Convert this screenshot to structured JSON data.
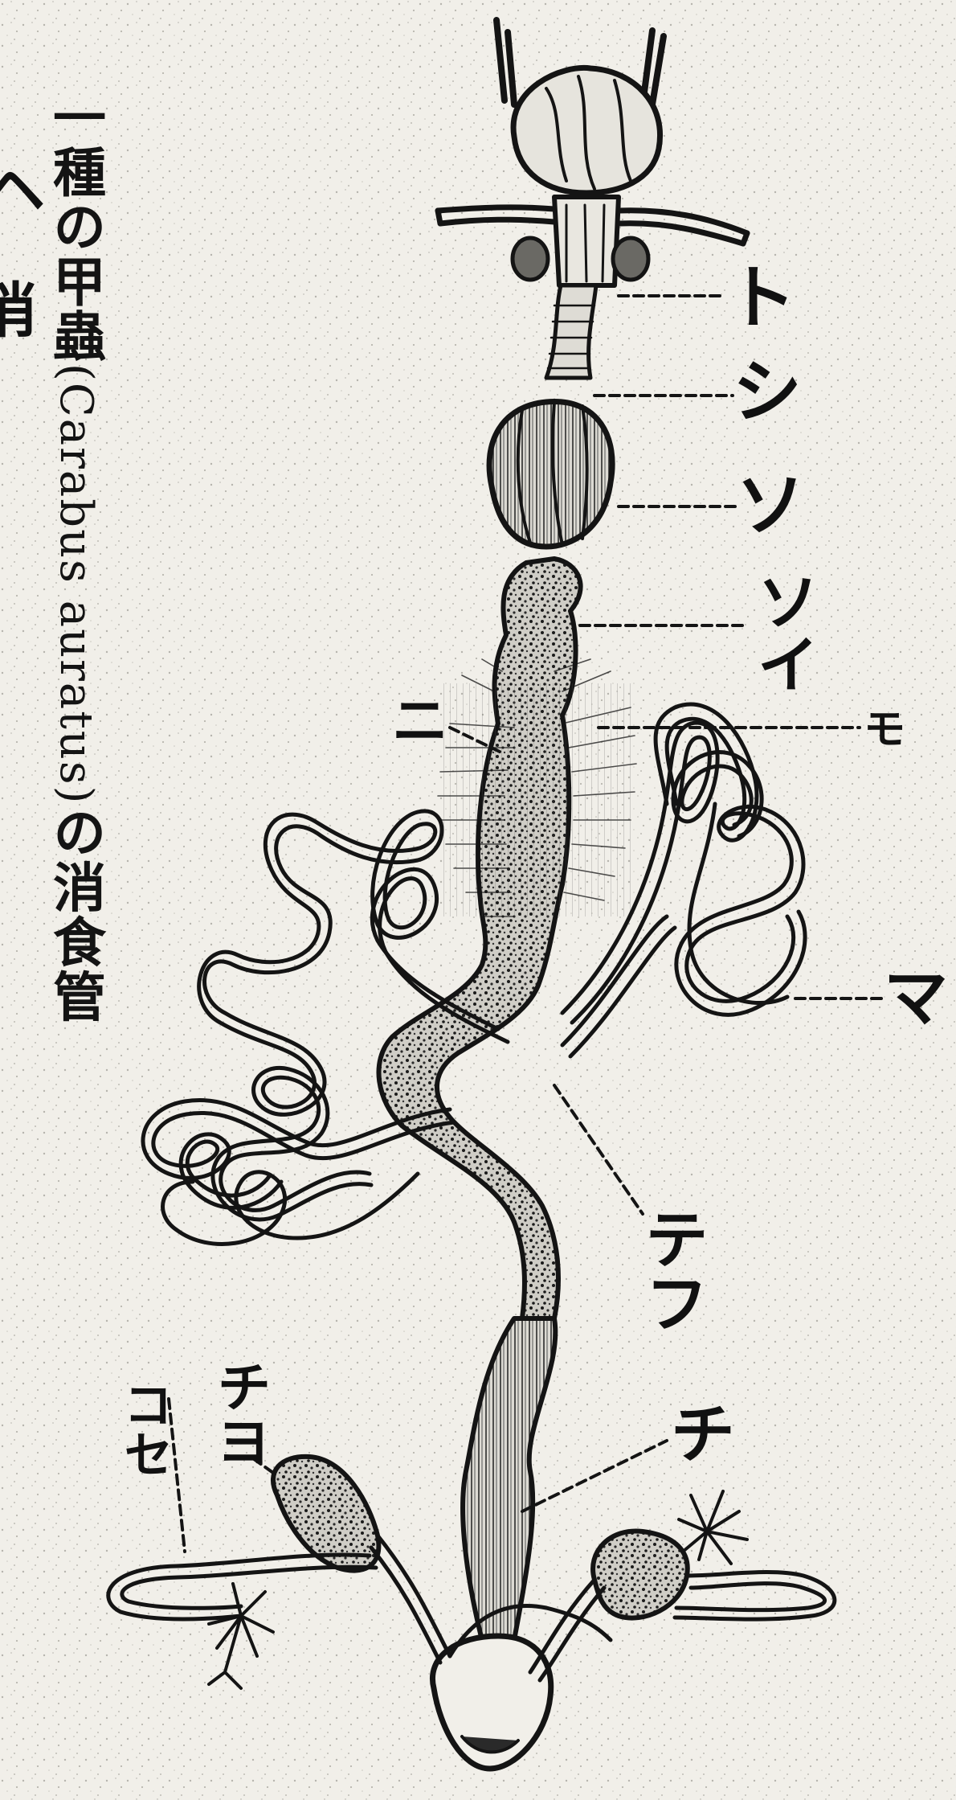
{
  "caption": {
    "prefix": "一種の甲蟲",
    "latin": "(Carabus auratus)",
    "suffix": "の消食管"
  },
  "left_margin_fragments": [
    "ヘ",
    "消"
  ],
  "labels": {
    "to": "ト",
    "shi": "シ",
    "so": "ソ",
    "soi": "ソイ",
    "ni": "ニ",
    "mo": "モ",
    "ma": "マ",
    "tefu": "テフ",
    "chi": "チ",
    "chiyo": "チヨ",
    "kose": "コセ"
  },
  "colors": {
    "paper": "#e9e8e2",
    "ink": "#141414"
  }
}
